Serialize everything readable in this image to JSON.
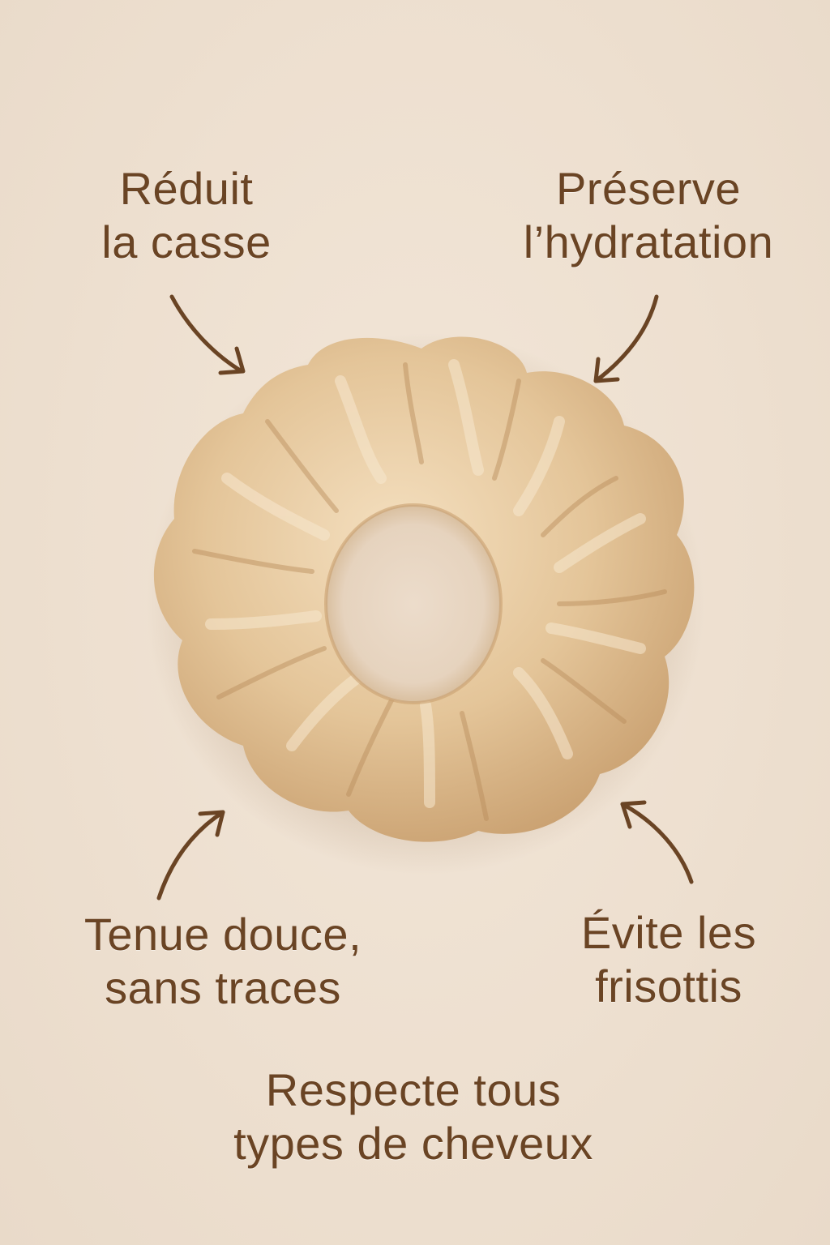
{
  "colors": {
    "background": "#efe2d4",
    "text": "#6a4424",
    "arrow": "#6a4424",
    "scrunchie_base": "#e2c196",
    "scrunchie_highlight": "#f6e3c6",
    "scrunchie_shadow": "#c29a6a"
  },
  "benefits": {
    "top_left": {
      "line1": "Réduit",
      "line2": "la casse"
    },
    "top_right": {
      "line1": "Préserve",
      "line2": "l’hydratation"
    },
    "bottom_left": {
      "line1": "Tenue douce,",
      "line2": "sans traces"
    },
    "bottom_right": {
      "line1": "Évite les",
      "line2": "frisottis"
    }
  },
  "footer": {
    "line1": "Respecte tous",
    "line2": "types de cheveux"
  },
  "product": {
    "name": "satin-scrunchie",
    "icon": "scrunchie-image"
  },
  "arrows": [
    "arrow-top-left",
    "arrow-top-right",
    "arrow-bottom-left",
    "arrow-bottom-right"
  ]
}
